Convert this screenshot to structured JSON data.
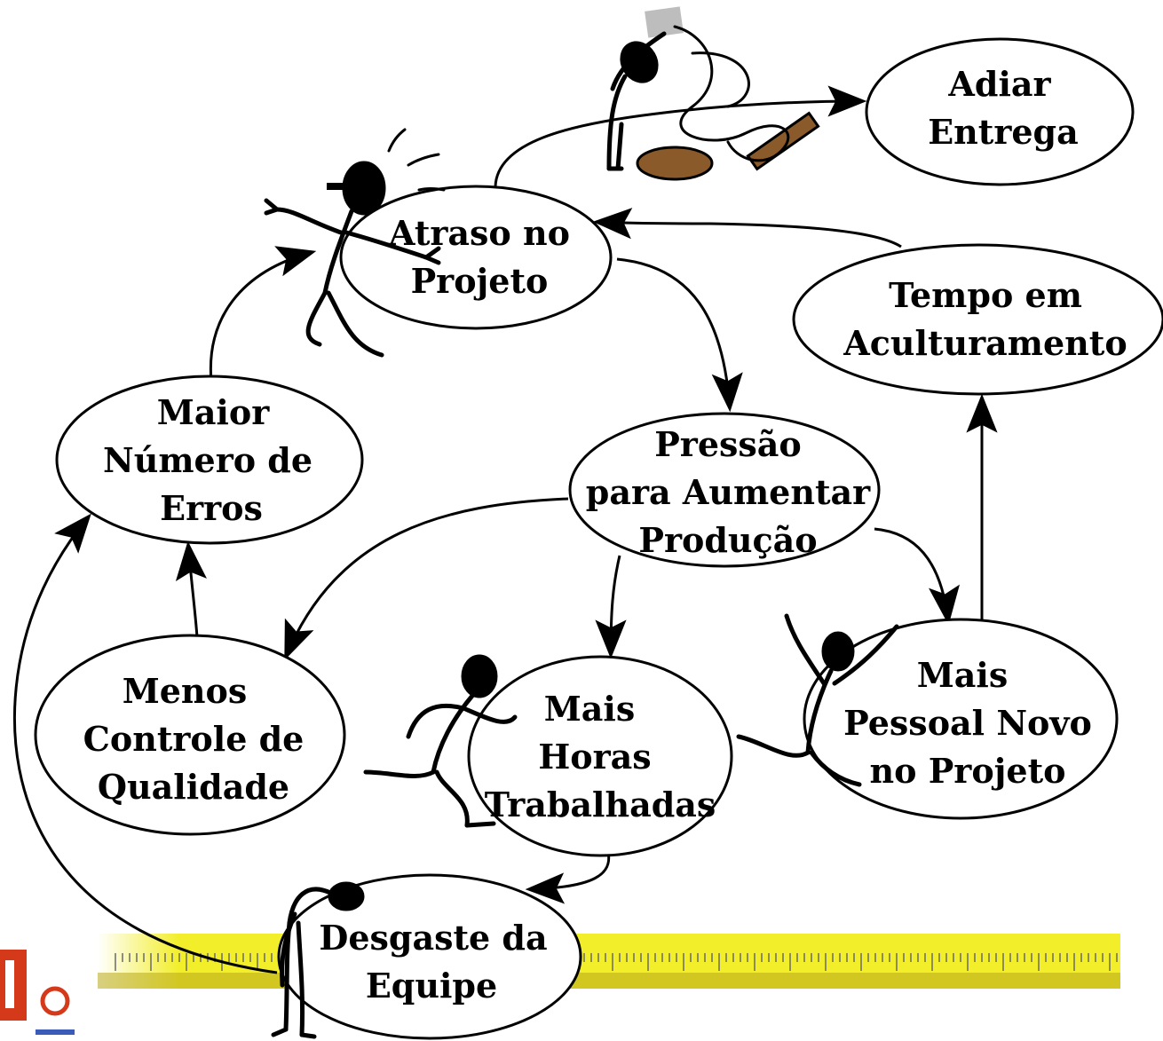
{
  "nodes": {
    "adiar_entrega": {
      "lines": [
        "Adiar",
        "Entrega"
      ]
    },
    "atraso_projeto": {
      "lines": [
        "Atraso no",
        "Projeto"
      ]
    },
    "tempo_aculturamento": {
      "lines": [
        "Tempo em",
        "Aculturamento"
      ]
    },
    "maior_numero_erros": {
      "lines": [
        "Maior",
        "Número de",
        "Erros"
      ]
    },
    "pressao_producao": {
      "lines": [
        "Pressão",
        "para Aumentar",
        "Produção"
      ]
    },
    "menos_controle": {
      "lines": [
        "Menos",
        "Controle de",
        "Qualidade"
      ]
    },
    "mais_horas": {
      "lines": [
        "Mais",
        "Horas",
        "Trabalhadas"
      ]
    },
    "mais_pessoal": {
      "lines": [
        "Mais",
        "Pessoal Novo",
        "no Projeto"
      ]
    },
    "desgaste_equipe": {
      "lines": [
        "Desgaste da",
        "Equipe"
      ]
    }
  },
  "colors": {
    "ruler_yellow": "#f2ee2a",
    "logo_red": "#d43a1a",
    "logo_blue": "#3a5bb8"
  },
  "icons": [
    "hourglass-figure",
    "shocked-figure",
    "running-figure",
    "jumping-figure",
    "tired-figure",
    "ruler-banner",
    "logo-mark"
  ]
}
